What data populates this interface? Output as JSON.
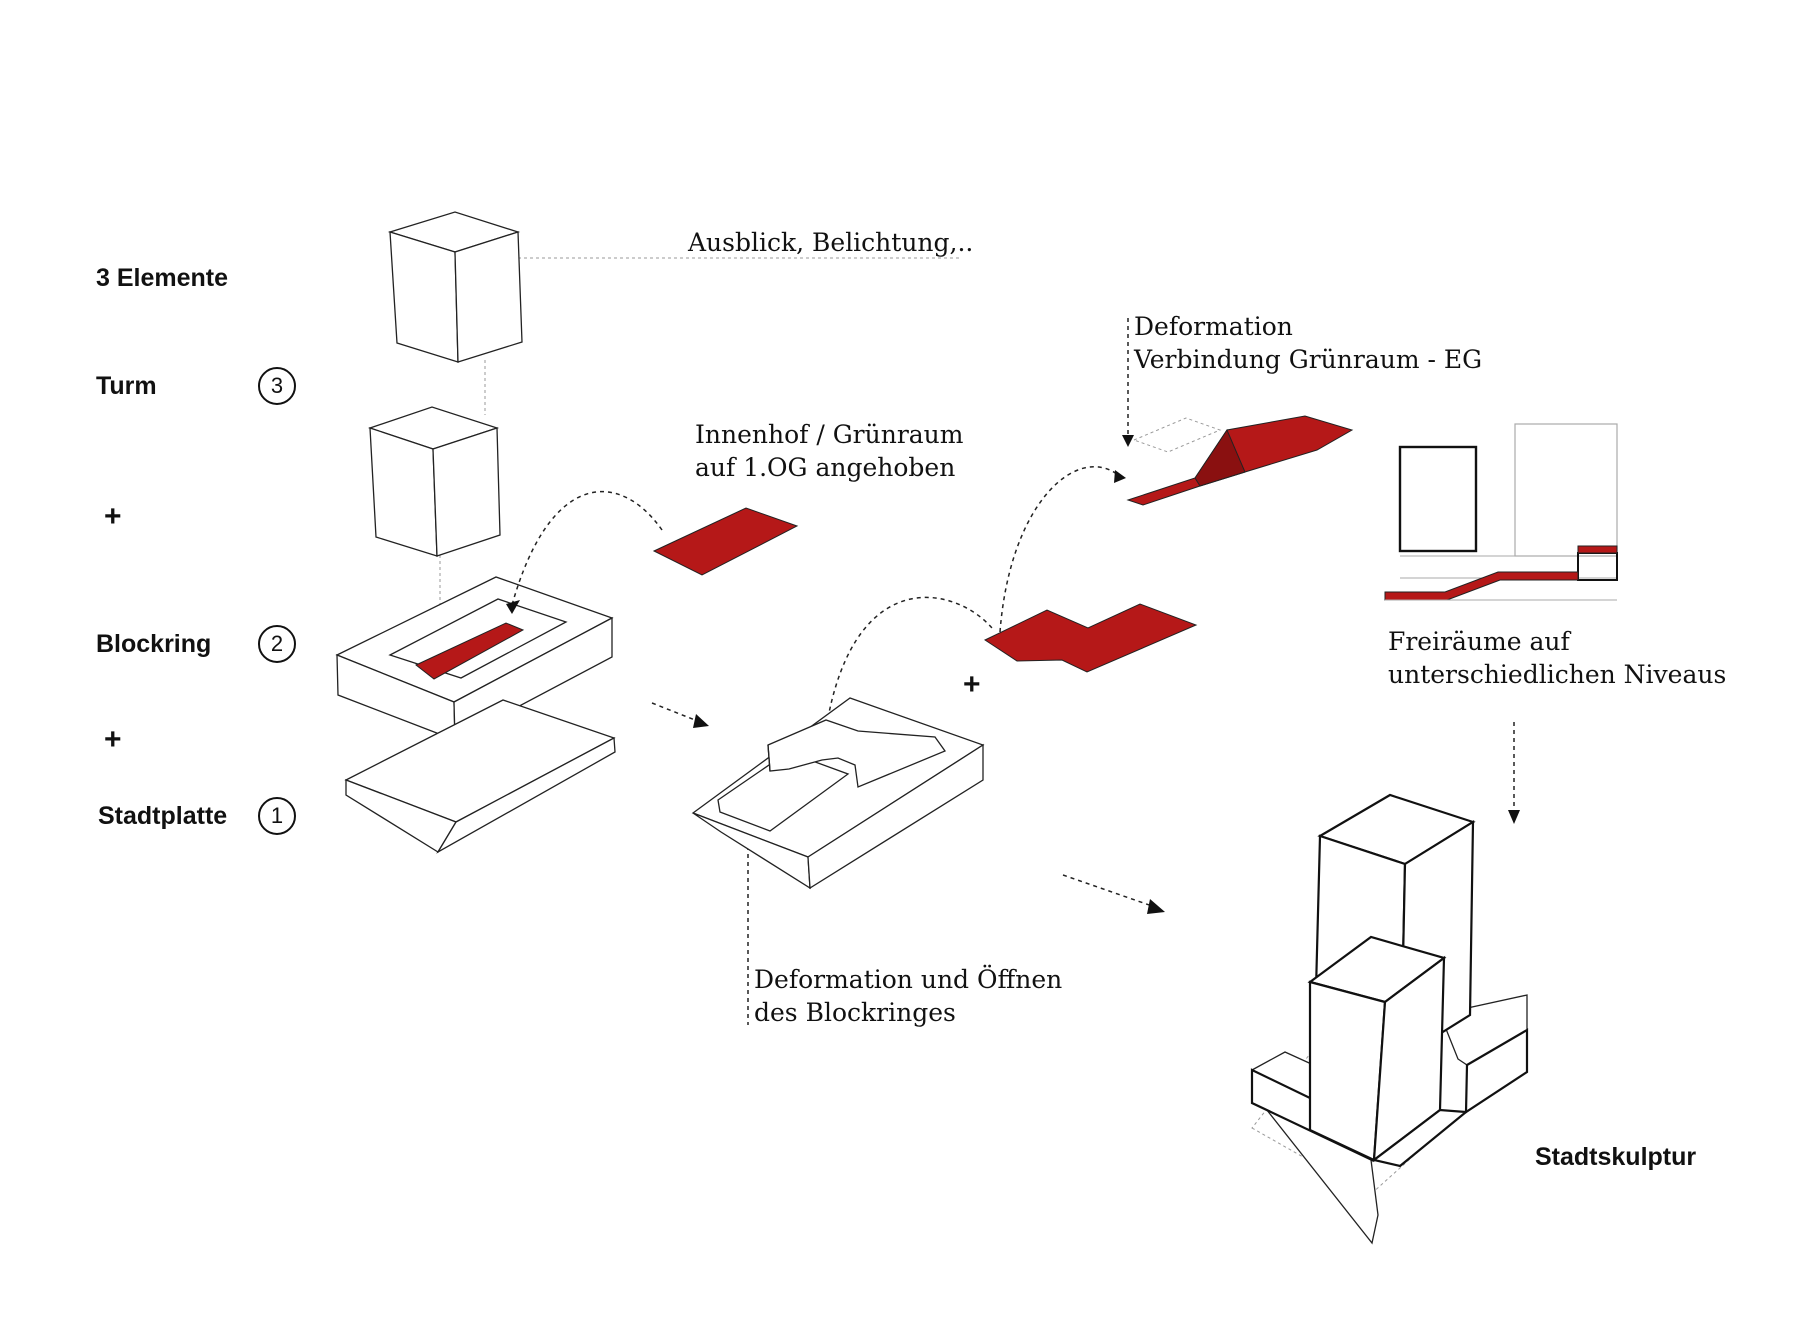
{
  "left_column": {
    "heading": "3 Elemente",
    "items": [
      {
        "label": "Turm",
        "number": "3"
      },
      {
        "label": "Blockring",
        "number": "2"
      },
      {
        "label": "Stadtplatte",
        "number": "1"
      }
    ],
    "plus": "+"
  },
  "annotations": {
    "ausblick": "Ausblick, Belichtung,..",
    "innenhof_line1": "Innenhof / Grünraum",
    "innenhof_line2": "auf 1.OG angehoben",
    "deformation_line1": "Deformation",
    "deformation_line2": "Verbindung Grünraum - EG",
    "freiraeume_line1": "Freiräume auf",
    "freiraeume_line2": "unterschiedlichen Niveaus",
    "oeffnen_line1": "Deformation und Öffnen",
    "oeffnen_line2": "des Blockringes"
  },
  "final_label": "Stadtskulptur",
  "colors": {
    "accent": "#b51818",
    "line": "#222222"
  }
}
